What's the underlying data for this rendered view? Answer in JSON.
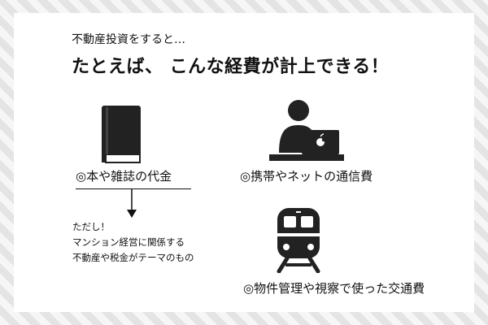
{
  "intro": "不動産投資をすると…",
  "headline": "たとえば、 こんな経費が計上できる！",
  "items": [
    {
      "icon": "book-icon",
      "caption": "◎本や雑誌の代金"
    },
    {
      "icon": "person-laptop-icon",
      "caption": "◎携帯やネットの通信費"
    },
    {
      "icon": "train-icon",
      "caption": "◎物件管理や視察で使った交通費"
    }
  ],
  "note": {
    "lines": [
      "ただし！",
      "マンション経営に関係する",
      "不動産や税金がテーマのもの"
    ]
  },
  "colors": {
    "ink": "#222222",
    "background_stripe": "#e4e4e4",
    "card": "#ffffff"
  }
}
